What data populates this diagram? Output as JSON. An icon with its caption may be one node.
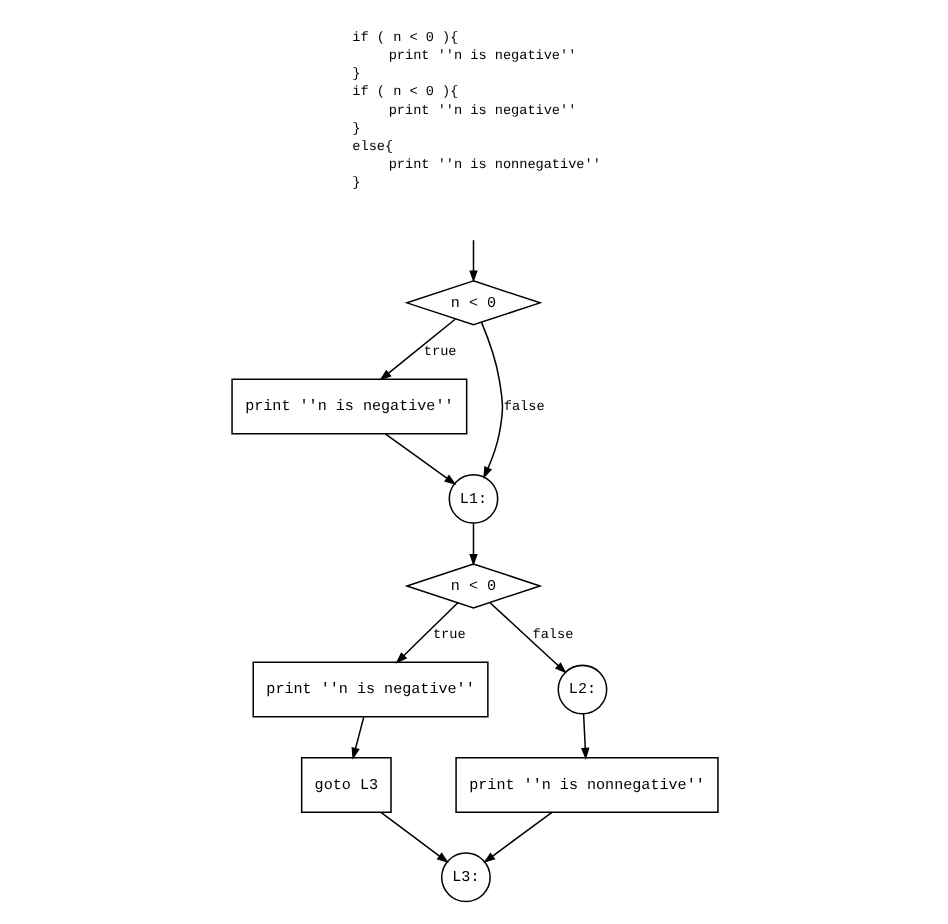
{
  "diagram": {
    "nodes": [
      {
        "text": [
          "n < 0"
        ]
      },
      {
        "text": [
          "print ''n is negative''"
        ]
      },
      {
        "text": [
          "L1:"
        ]
      },
      {
        "text": [
          "n < 0"
        ]
      },
      {
        "text": [
          "print ''n is negative''"
        ]
      },
      {
        "text": [
          "goto L3"
        ]
      },
      {
        "text": [
          "L2:"
        ]
      },
      {
        "text": [
          "print ''n is nonnegative''"
        ]
      },
      {
        "text": [
          "L3:"
        ]
      }
    ],
    "edges": [
      {
        "from": null,
        "to": 0,
        "arrow": "to"
      },
      {
        "from": 0,
        "to": 1,
        "arrow": "to",
        "label": "true"
      },
      {
        "from": 0,
        "to": 2,
        "arrow": "to",
        "label": "false"
      },
      {
        "from": 1,
        "to": 2,
        "arrow": "to"
      },
      {
        "from": 2,
        "to": 3,
        "arrow": "to"
      },
      {
        "from": 3,
        "to": 4,
        "arrow": "to",
        "label": "true"
      },
      {
        "from": 3,
        "to": 6,
        "arrow": "to",
        "label": "false"
      },
      {
        "from": 4,
        "to": 5,
        "arrow": "to"
      },
      {
        "from": 5,
        "to": 8,
        "arrow": "to"
      },
      {
        "from": 6,
        "to": 7,
        "arrow": "to"
      },
      {
        "from": 7,
        "to": 8,
        "arrow": "to"
      }
    ],
    "labels": [
      "if ( n < 0 ){",
      "print ''n is negative''",
      "}",
      "if ( n < 0 ){",
      "print ''n is negative''",
      "}",
      "else{",
      "print ''n is nonnegative''",
      "}"
    ]
  }
}
